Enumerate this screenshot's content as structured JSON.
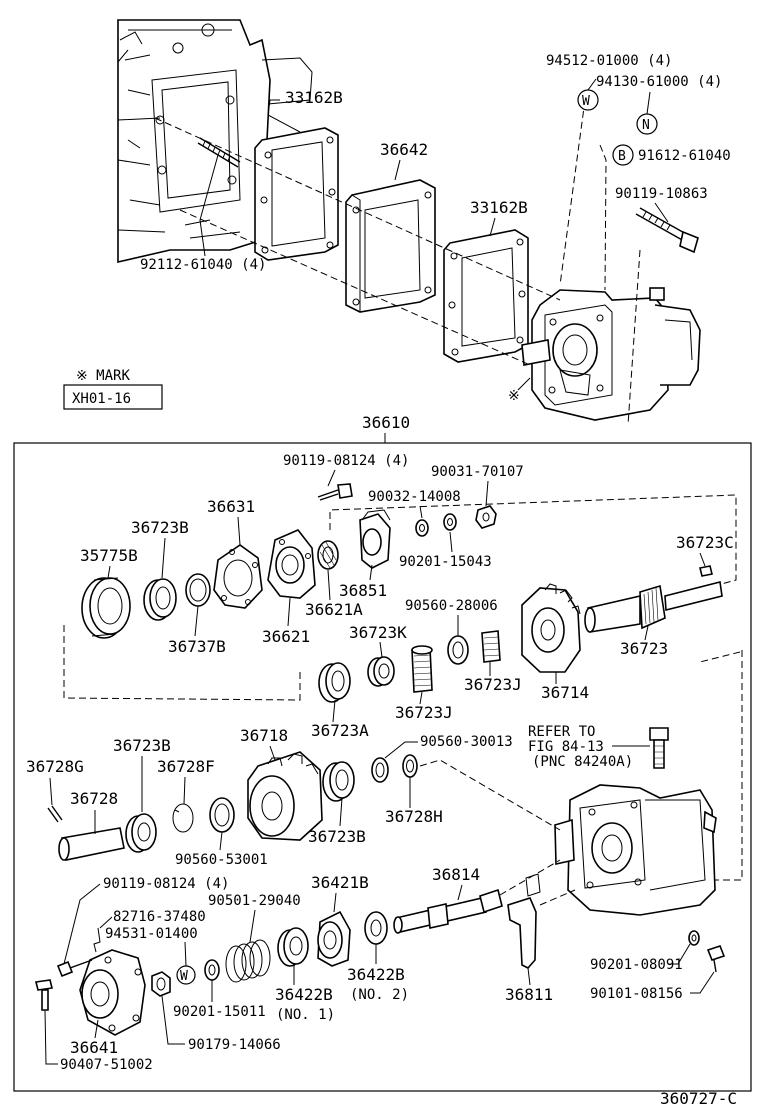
{
  "diagram": {
    "code": "360727-C",
    "mark_box": {
      "title": "※ MARK",
      "value": "XH01-16"
    },
    "asterisk_symbol": "※",
    "assembly_label": "36610",
    "symbols": {
      "W": "W",
      "N": "N",
      "B": "B"
    },
    "labels": {
      "l_94512": "94512-01000 (4)",
      "l_94130": "94130-61000 (4)",
      "l_91612": "91612-61040",
      "l_90119_10863": "90119-10863",
      "l_33162B_top": "33162B",
      "l_36642": "36642",
      "l_33162B_mid": "33162B",
      "l_92112": "92112-61040 (4)",
      "l_90119_08124_a": "90119-08124 (4)",
      "l_90031": "90031-70107",
      "l_90032": "90032-14008",
      "l_90201_15043": "90201-15043",
      "l_36631": "36631",
      "l_36723B_a": "36723B",
      "l_35775B": "35775B",
      "l_36851": "36851",
      "l_36621A": "36621A",
      "l_36621": "36621",
      "l_36737B": "36737B",
      "l_90560_28006": "90560-28006",
      "l_36723K": "36723K",
      "l_36723C": "36723C",
      "l_36723": "36723",
      "l_36723J_a": "36723J",
      "l_36723J_b": "36723J",
      "l_36714": "36714",
      "l_36723A": "36723A",
      "l_36723B_b": "36723B",
      "l_36718": "36718",
      "l_90560_30013": "90560-30013",
      "l_refer1": "REFER TO",
      "l_refer2": "FIG 84-13",
      "l_refer3": "(PNC 84240A)",
      "l_36728G": "36728G",
      "l_36728F": "36728F",
      "l_36728": "36728",
      "l_36723B_c": "36723B",
      "l_36728H": "36728H",
      "l_90560_53001": "90560-53001",
      "l_90119_08124_b": "90119-08124 (4)",
      "l_36421B": "36421B",
      "l_36814": "36814",
      "l_90501": "90501-29040",
      "l_82716": "82716-37480",
      "l_94531": "94531-01400",
      "l_90201_15011": "90201-15011",
      "l_36422B_a": "36422B",
      "l_no1": "(NO. 1)",
      "l_36422B_b": "36422B",
      "l_no2": "(NO. 2)",
      "l_36811": "36811",
      "l_90201_08091": "90201-08091",
      "l_90101_08156": "90101-08156",
      "l_36641": "36641",
      "l_90179": "90179-14066",
      "l_90407": "90407-51002"
    }
  }
}
